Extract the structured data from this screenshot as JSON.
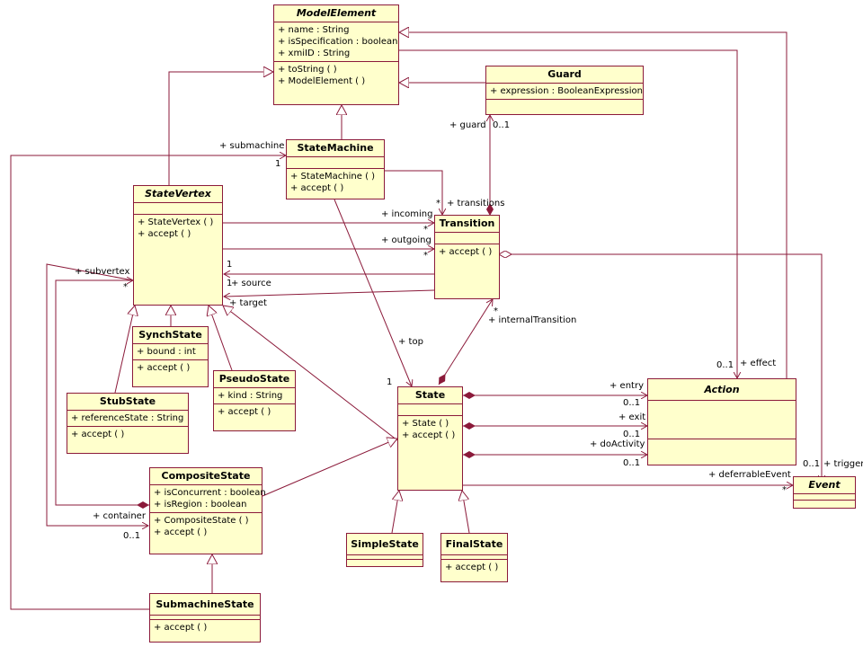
{
  "classes": {
    "model_element": {
      "name": "ModelElement",
      "attributes": [
        "+ name : String",
        "+ isSpecification : boolean",
        "+ xmiID : String"
      ],
      "operations": [
        "+ toString (  )",
        "+ ModelElement (  )"
      ]
    },
    "guard": {
      "name": "Guard",
      "attributes": [
        "+ expression : BooleanExpression"
      ],
      "operations": []
    },
    "state_machine": {
      "name": "StateMachine",
      "attributes": [],
      "operations": [
        "+ StateMachine (  )",
        "+ accept (  )"
      ]
    },
    "state_vertex": {
      "name": "StateVertex",
      "attributes": [],
      "operations": [
        "+ StateVertex (  )",
        "+ accept (  )"
      ]
    },
    "transition": {
      "name": "Transition",
      "attributes": [],
      "operations": [
        "+ accept (  )"
      ]
    },
    "synch_state": {
      "name": "SynchState",
      "attributes": [
        "+ bound : int"
      ],
      "operations": [
        "+ accept (  )"
      ]
    },
    "pseudo_state": {
      "name": "PseudoState",
      "attributes": [
        "+ kind : String"
      ],
      "operations": [
        "+ accept (  )"
      ]
    },
    "stub_state": {
      "name": "StubState",
      "attributes": [
        "+ referenceState : String"
      ],
      "operations": [
        "+ accept (  )"
      ]
    },
    "state": {
      "name": "State",
      "attributes": [],
      "operations": [
        "+ State (  )",
        "+ accept (  )"
      ]
    },
    "action": {
      "name": "Action",
      "attributes": [],
      "operations": []
    },
    "composite_state": {
      "name": "CompositeState",
      "attributes": [
        "+ isConcurrent : boolean",
        "+ isRegion : boolean"
      ],
      "operations": [
        "+ CompositeState (  )",
        "+ accept (  )"
      ]
    },
    "event": {
      "name": "Event",
      "attributes": [],
      "operations": []
    },
    "simple_state": {
      "name": "SimpleState",
      "attributes": [],
      "operations": []
    },
    "final_state": {
      "name": "FinalState",
      "attributes": [],
      "operations": [
        "+ accept (  )"
      ]
    },
    "submachine_state": {
      "name": "SubmachineState",
      "attributes": [],
      "operations": [
        "+ accept (  )"
      ]
    }
  },
  "labels": {
    "guard_role": "+ guard",
    "guard_mult": "0..1",
    "submachine_role": "+ submachine",
    "submachine_mult": "1",
    "transitions_mult": "*",
    "transitions_role": "+ transitions",
    "incoming_role": "+ incoming",
    "incoming_mult": "*",
    "outgoing_role": "+ outgoing",
    "outgoing_mult": "*",
    "subvertex_role": "+ subvertex",
    "subvertex_mult": "*",
    "source_mult": "1",
    "source_role": "+ source",
    "target_mult": "1",
    "target_role": "+ target",
    "internal_mult": "*",
    "internal_role": "+ internalTransition",
    "top_role": "+ top",
    "top_mult": "1",
    "effect_mult": "0..1",
    "effect_role": "+ effect",
    "entry_role": "+ entry",
    "entry_mult": "0..1",
    "exit_role": "+ exit",
    "exit_mult": "0..1",
    "doactivity_role": "+ doActivity",
    "doactivity_mult": "0..1",
    "trigger_mult": "0..1",
    "trigger_role": "+ trigger",
    "deferrable_role": "+ deferrableEvent",
    "deferrable_mult": "*",
    "container_role": "+ container",
    "container_mult": "0..1"
  },
  "colors": {
    "class_fill": "#ffffcc",
    "line": "#8b1a3a"
  }
}
